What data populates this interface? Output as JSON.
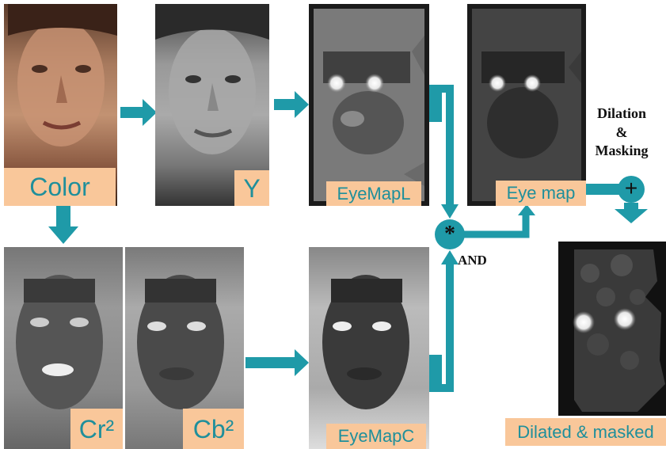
{
  "labels": {
    "color": "Color",
    "y": "Y",
    "eyemapl": "EyeMapL",
    "eyemap": "Eye map",
    "cr2": "Cr²",
    "cb2": "Cb²",
    "eyemapc": "EyeMapC",
    "dilated": "Dilated & masked"
  },
  "operators": {
    "multiply": "*",
    "and": "AND",
    "plus": "+",
    "dilation": "Dilation",
    "amp": "&",
    "masking": "Masking"
  },
  "colors": {
    "arrow": "#1f9aa8",
    "label_bg": "#f9c79a",
    "label_text": "#1f8f9b"
  }
}
